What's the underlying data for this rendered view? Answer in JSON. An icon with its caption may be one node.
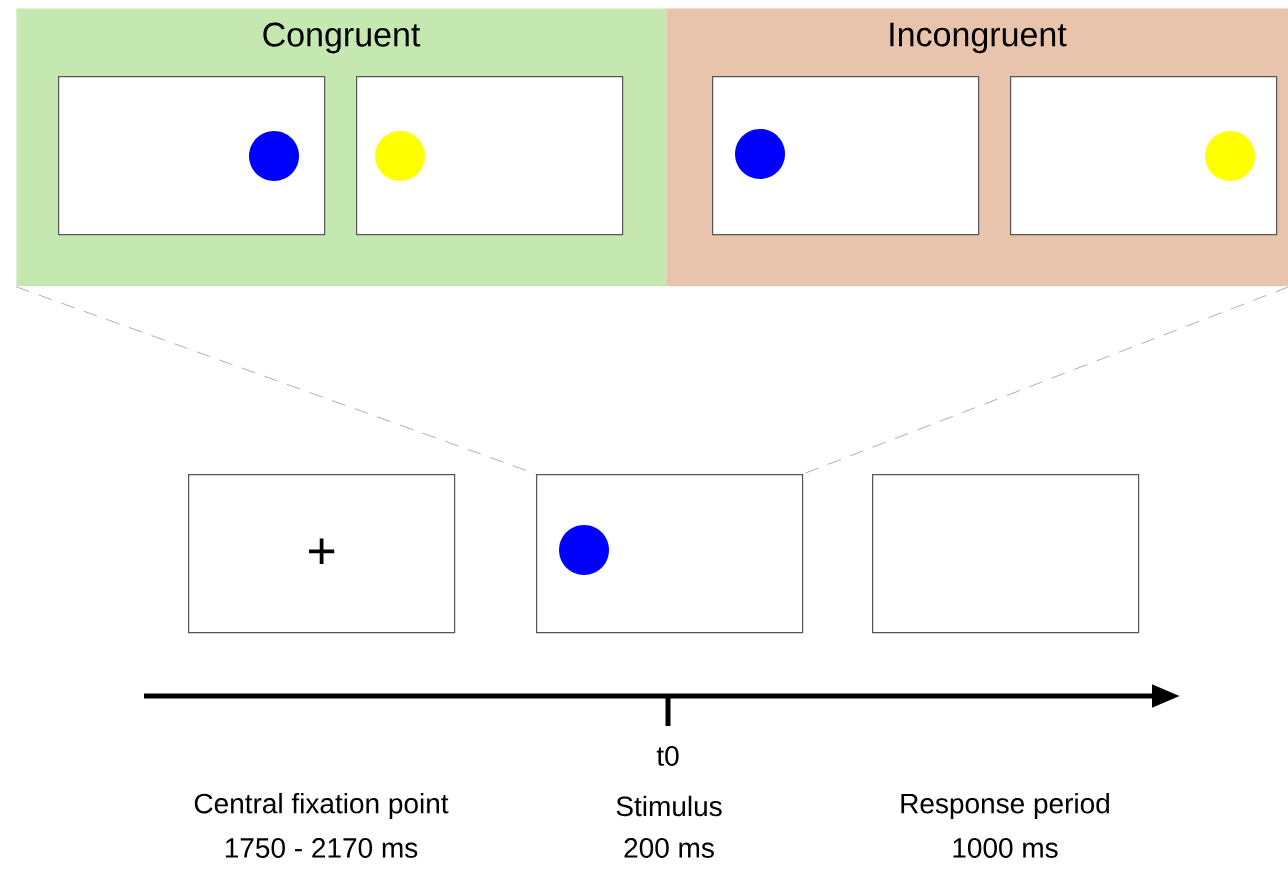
{
  "diagram": {
    "nodes": [
      {
        "text": [
          "Congruent"
        ]
      },
      {
        "text": [],
        "shape": "box",
        "in": 0
      },
      {
        "text": [],
        "shape": "box",
        "in": 0
      },
      {
        "text": [
          "Incongruent"
        ]
      },
      {
        "text": [],
        "shape": "box",
        "in": 3
      },
      {
        "text": [],
        "shape": "box",
        "in": 3
      },
      {
        "text": [
          "+"
        ],
        "beside": [
          "Central fixation point",
          "1750 - 2170 ms"
        ]
      },
      {
        "text": [],
        "shape": "box",
        "beside": [
          "Stimulus",
          "200 ms"
        ]
      },
      {
        "text": [],
        "shape": "box",
        "beside": [
          "Response period",
          "1000 ms"
        ]
      }
    ],
    "edges": [
      {
        "from": 0,
        "to": 7,
        "arrow": "none",
        "style": "dashed",
        "color": "#999999"
      },
      {
        "from": 3,
        "to": 7,
        "arrow": "none",
        "style": "dashed",
        "color": "#999999"
      }
    ],
    "labels": [
      "t0"
    ]
  }
}
